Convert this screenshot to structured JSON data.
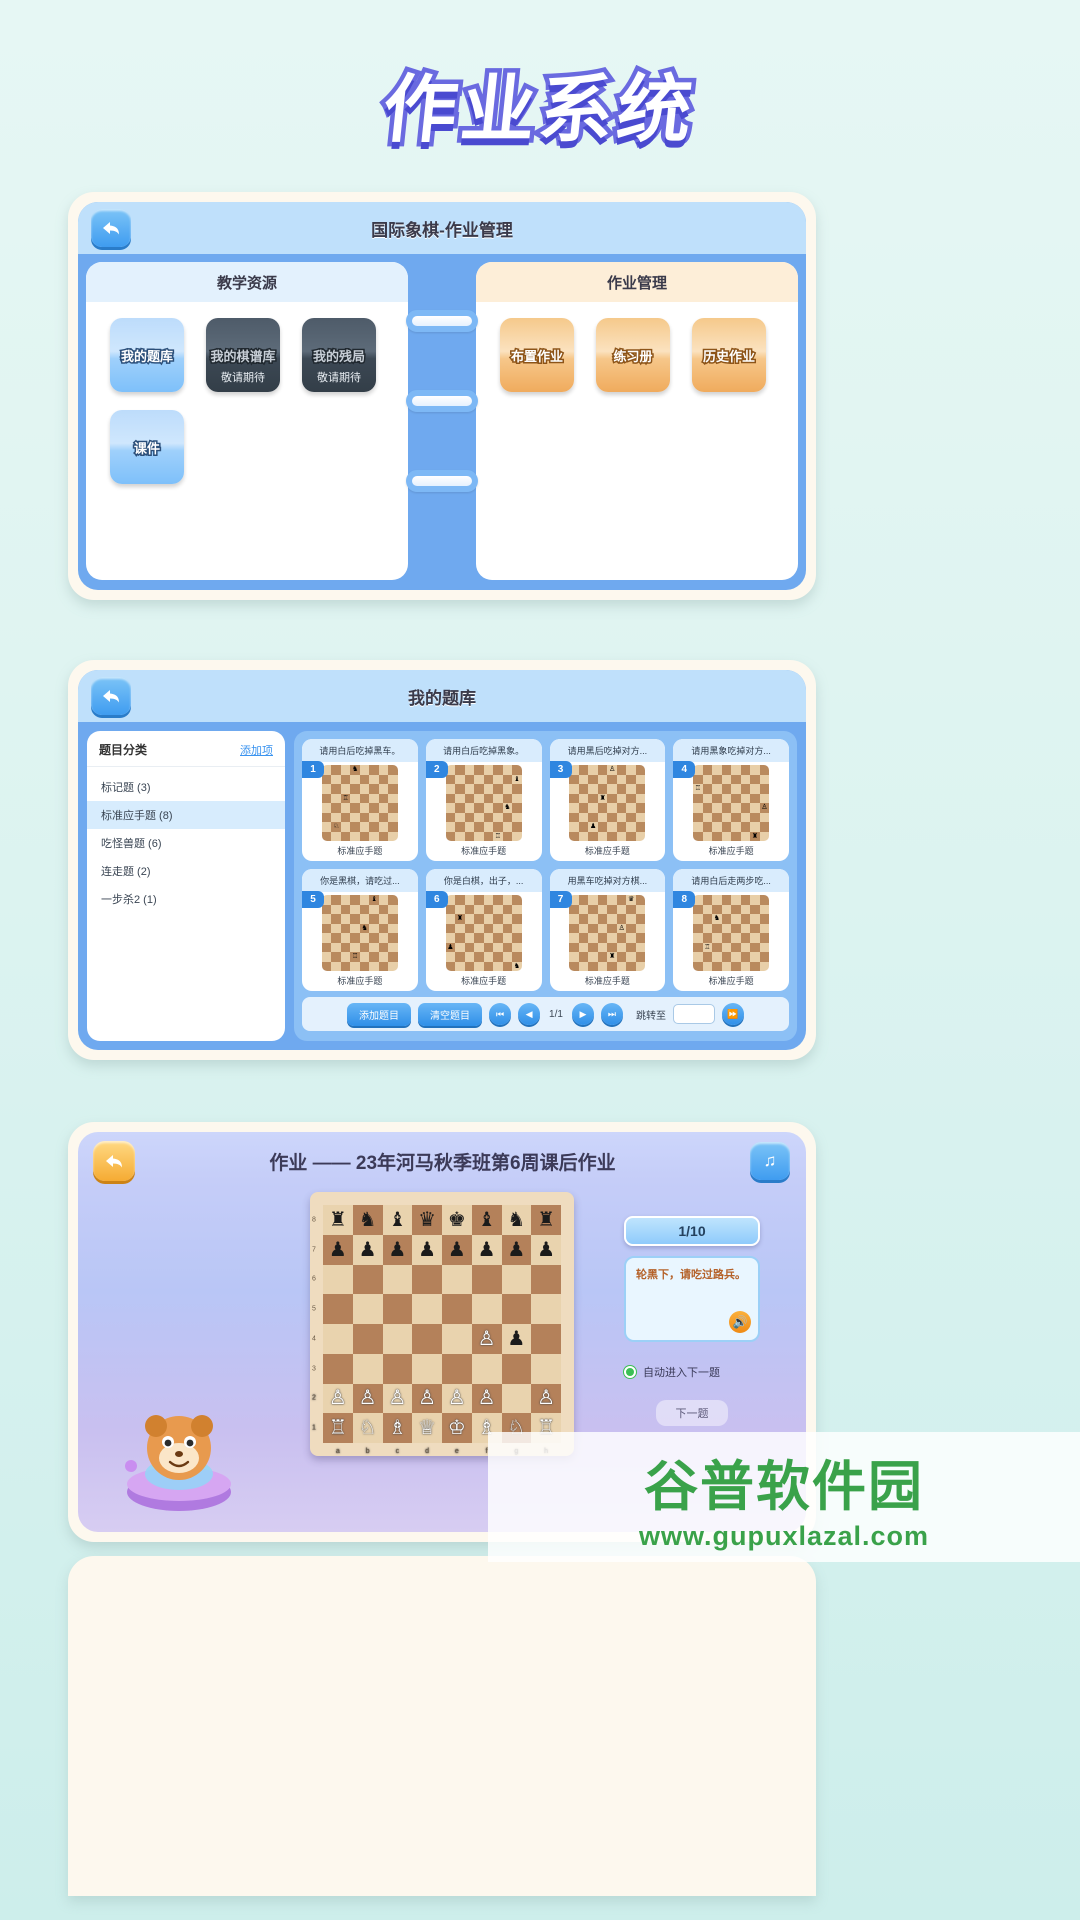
{
  "page": {
    "title": "作业系统"
  },
  "home_panel": {
    "back_icon": "back-arrow-icon",
    "header_title": "国际象棋-作业管理",
    "left": {
      "column_title": "教学资源",
      "tiles": [
        {
          "label": "我的题库",
          "sub": "",
          "style": "blue"
        },
        {
          "label": "我的棋谱库",
          "sub": "敬请期待",
          "style": "dark"
        },
        {
          "label": "我的残局",
          "sub": "敬请期待",
          "style": "dark"
        },
        {
          "label": "课件",
          "sub": "",
          "style": "blue"
        }
      ]
    },
    "right": {
      "column_title": "作业管理",
      "tiles": [
        {
          "label": "布置作业",
          "sub": "",
          "style": "orange"
        },
        {
          "label": "练习册",
          "sub": "",
          "style": "orange"
        },
        {
          "label": "历史作业",
          "sub": "",
          "style": "orange"
        }
      ]
    }
  },
  "bank_panel": {
    "back_icon": "back-arrow-icon",
    "header_title": "我的题库",
    "categories": {
      "title": "题目分类",
      "add_label": "添加项",
      "items": [
        {
          "label": "标记题 (3)",
          "selected": false
        },
        {
          "label": "标准应手题 (8)",
          "selected": true
        },
        {
          "label": "吃怪兽题 (6)",
          "selected": false
        },
        {
          "label": "连走题 (2)",
          "selected": false
        },
        {
          "label": "一步杀2 (1)",
          "selected": false
        }
      ]
    },
    "puzzles": [
      {
        "num": "1",
        "title": "请用白后吃掉黑车。",
        "tag": "标准应手题"
      },
      {
        "num": "2",
        "title": "请用白后吃掉黑象。",
        "tag": "标准应手题"
      },
      {
        "num": "3",
        "title": "请用黑后吃掉对方...",
        "tag": "标准应手题"
      },
      {
        "num": "4",
        "title": "请用黑象吃掉对方...",
        "tag": "标准应手题"
      },
      {
        "num": "5",
        "title": "你是黑棋，请吃过...",
        "tag": "标准应手题"
      },
      {
        "num": "6",
        "title": "你是白棋，出子，...",
        "tag": "标准应手题"
      },
      {
        "num": "7",
        "title": "用黑车吃掉对方棋...",
        "tag": "标准应手题"
      },
      {
        "num": "8",
        "title": "请用白后走两步吃...",
        "tag": "标准应手题"
      }
    ],
    "toolbar": {
      "add_label": "添加题目",
      "clear_label": "清空题目",
      "first_icon": "skip-first-icon",
      "prev_icon": "prev-icon",
      "page_text": "1/1",
      "next_icon": "next-icon",
      "last_icon": "skip-last-icon",
      "jump_label": "跳转至",
      "jump_value": "",
      "jump_placeholder": "",
      "go_icon": "fast-forward-icon"
    }
  },
  "homework_panel": {
    "back_icon": "back-arrow-icon",
    "title": "作业 —— 23年河马秋季班第6周课后作业",
    "music_icon": "music-note-icon",
    "progress": "1/10",
    "hint": "轮黑下，请吃过路兵。",
    "speaker_icon": "speaker-icon",
    "auto_next_label": "自动进入下一题",
    "next_question_label": "下一题",
    "board": {
      "files": [
        "a",
        "b",
        "c",
        "d",
        "e",
        "f",
        "g",
        "h"
      ],
      "ranks": [
        "8",
        "7",
        "6",
        "5",
        "4",
        "3",
        "2",
        "1"
      ],
      "rows": [
        [
          "♜",
          "♞",
          "♝",
          "♛",
          "♚",
          "♝",
          "♞",
          "♜"
        ],
        [
          "♟",
          "♟",
          "♟",
          "♟",
          "♟",
          "♟",
          "♟",
          "♟"
        ],
        [
          "",
          "",
          "",
          "",
          "",
          "",
          "",
          ""
        ],
        [
          "",
          "",
          "",
          "",
          "",
          "",
          "",
          ""
        ],
        [
          "",
          "",
          "",
          "",
          "",
          "♙",
          "♟",
          ""
        ],
        [
          "",
          "",
          "",
          "",
          "",
          "",
          "",
          ""
        ],
        [
          "♙",
          "♙",
          "♙",
          "♙",
          "♙",
          "♙",
          "",
          "♙"
        ],
        [
          "♖",
          "♘",
          "♗",
          "♕",
          "♔",
          "♗",
          "♘",
          "♖"
        ]
      ]
    },
    "mascot_icon": "mascot-ufo-icon"
  },
  "watermark": {
    "main": "谷普软件园",
    "sub": "www.gupuxlazal.com"
  }
}
